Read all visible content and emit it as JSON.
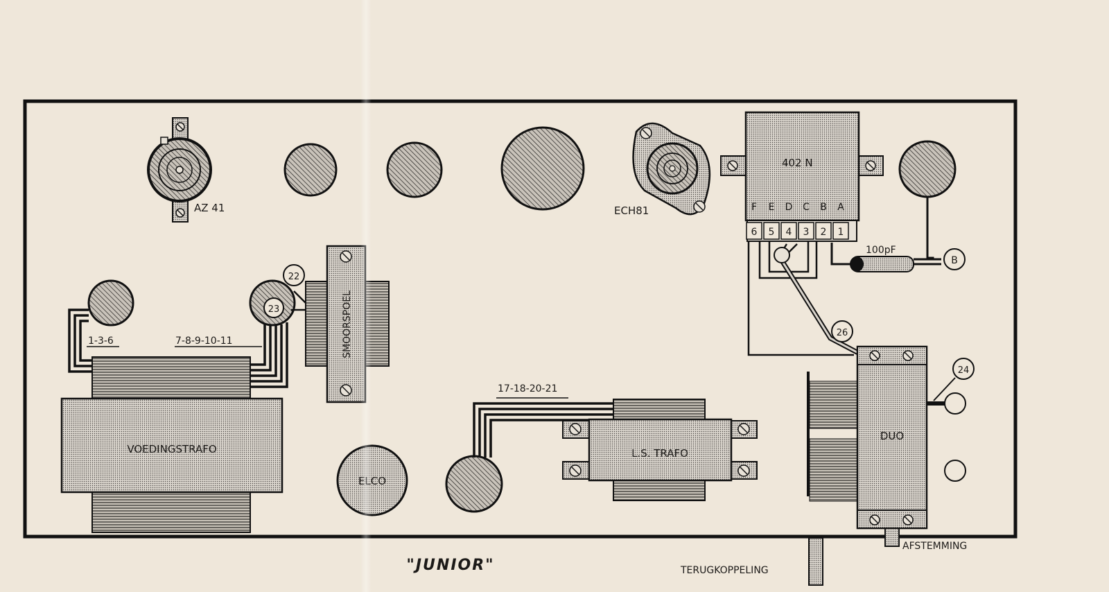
{
  "title": "\"JUNIOR\"",
  "tubes": {
    "rectifier": "AZ 41",
    "mixer": "ECH81"
  },
  "coil_unit": {
    "label": "402 N",
    "letters": [
      "F",
      "E",
      "D",
      "C",
      "B",
      "A"
    ],
    "pins": [
      "6",
      "5",
      "4",
      "3",
      "2",
      "1"
    ]
  },
  "capacitor": "100pF",
  "terminal_b": "B",
  "wire_numbers": [
    "22",
    "23",
    "24",
    "26"
  ],
  "wire_groups": {
    "supply_primary": "1-3-6",
    "supply_secondary": "7-8-9-10-11",
    "speaker": "17-18-20-21"
  },
  "components": {
    "choke": "SMOORSPOEL",
    "power_transformer": "VOEDINGSTRAFO",
    "electrolytic": "ELCO",
    "output_transformer": "L.S. TRAFO",
    "variable_capacitor": "DUO"
  },
  "controls": {
    "tuning": "AFSTEMMING",
    "feedback": "TERUGKOPPELING"
  }
}
